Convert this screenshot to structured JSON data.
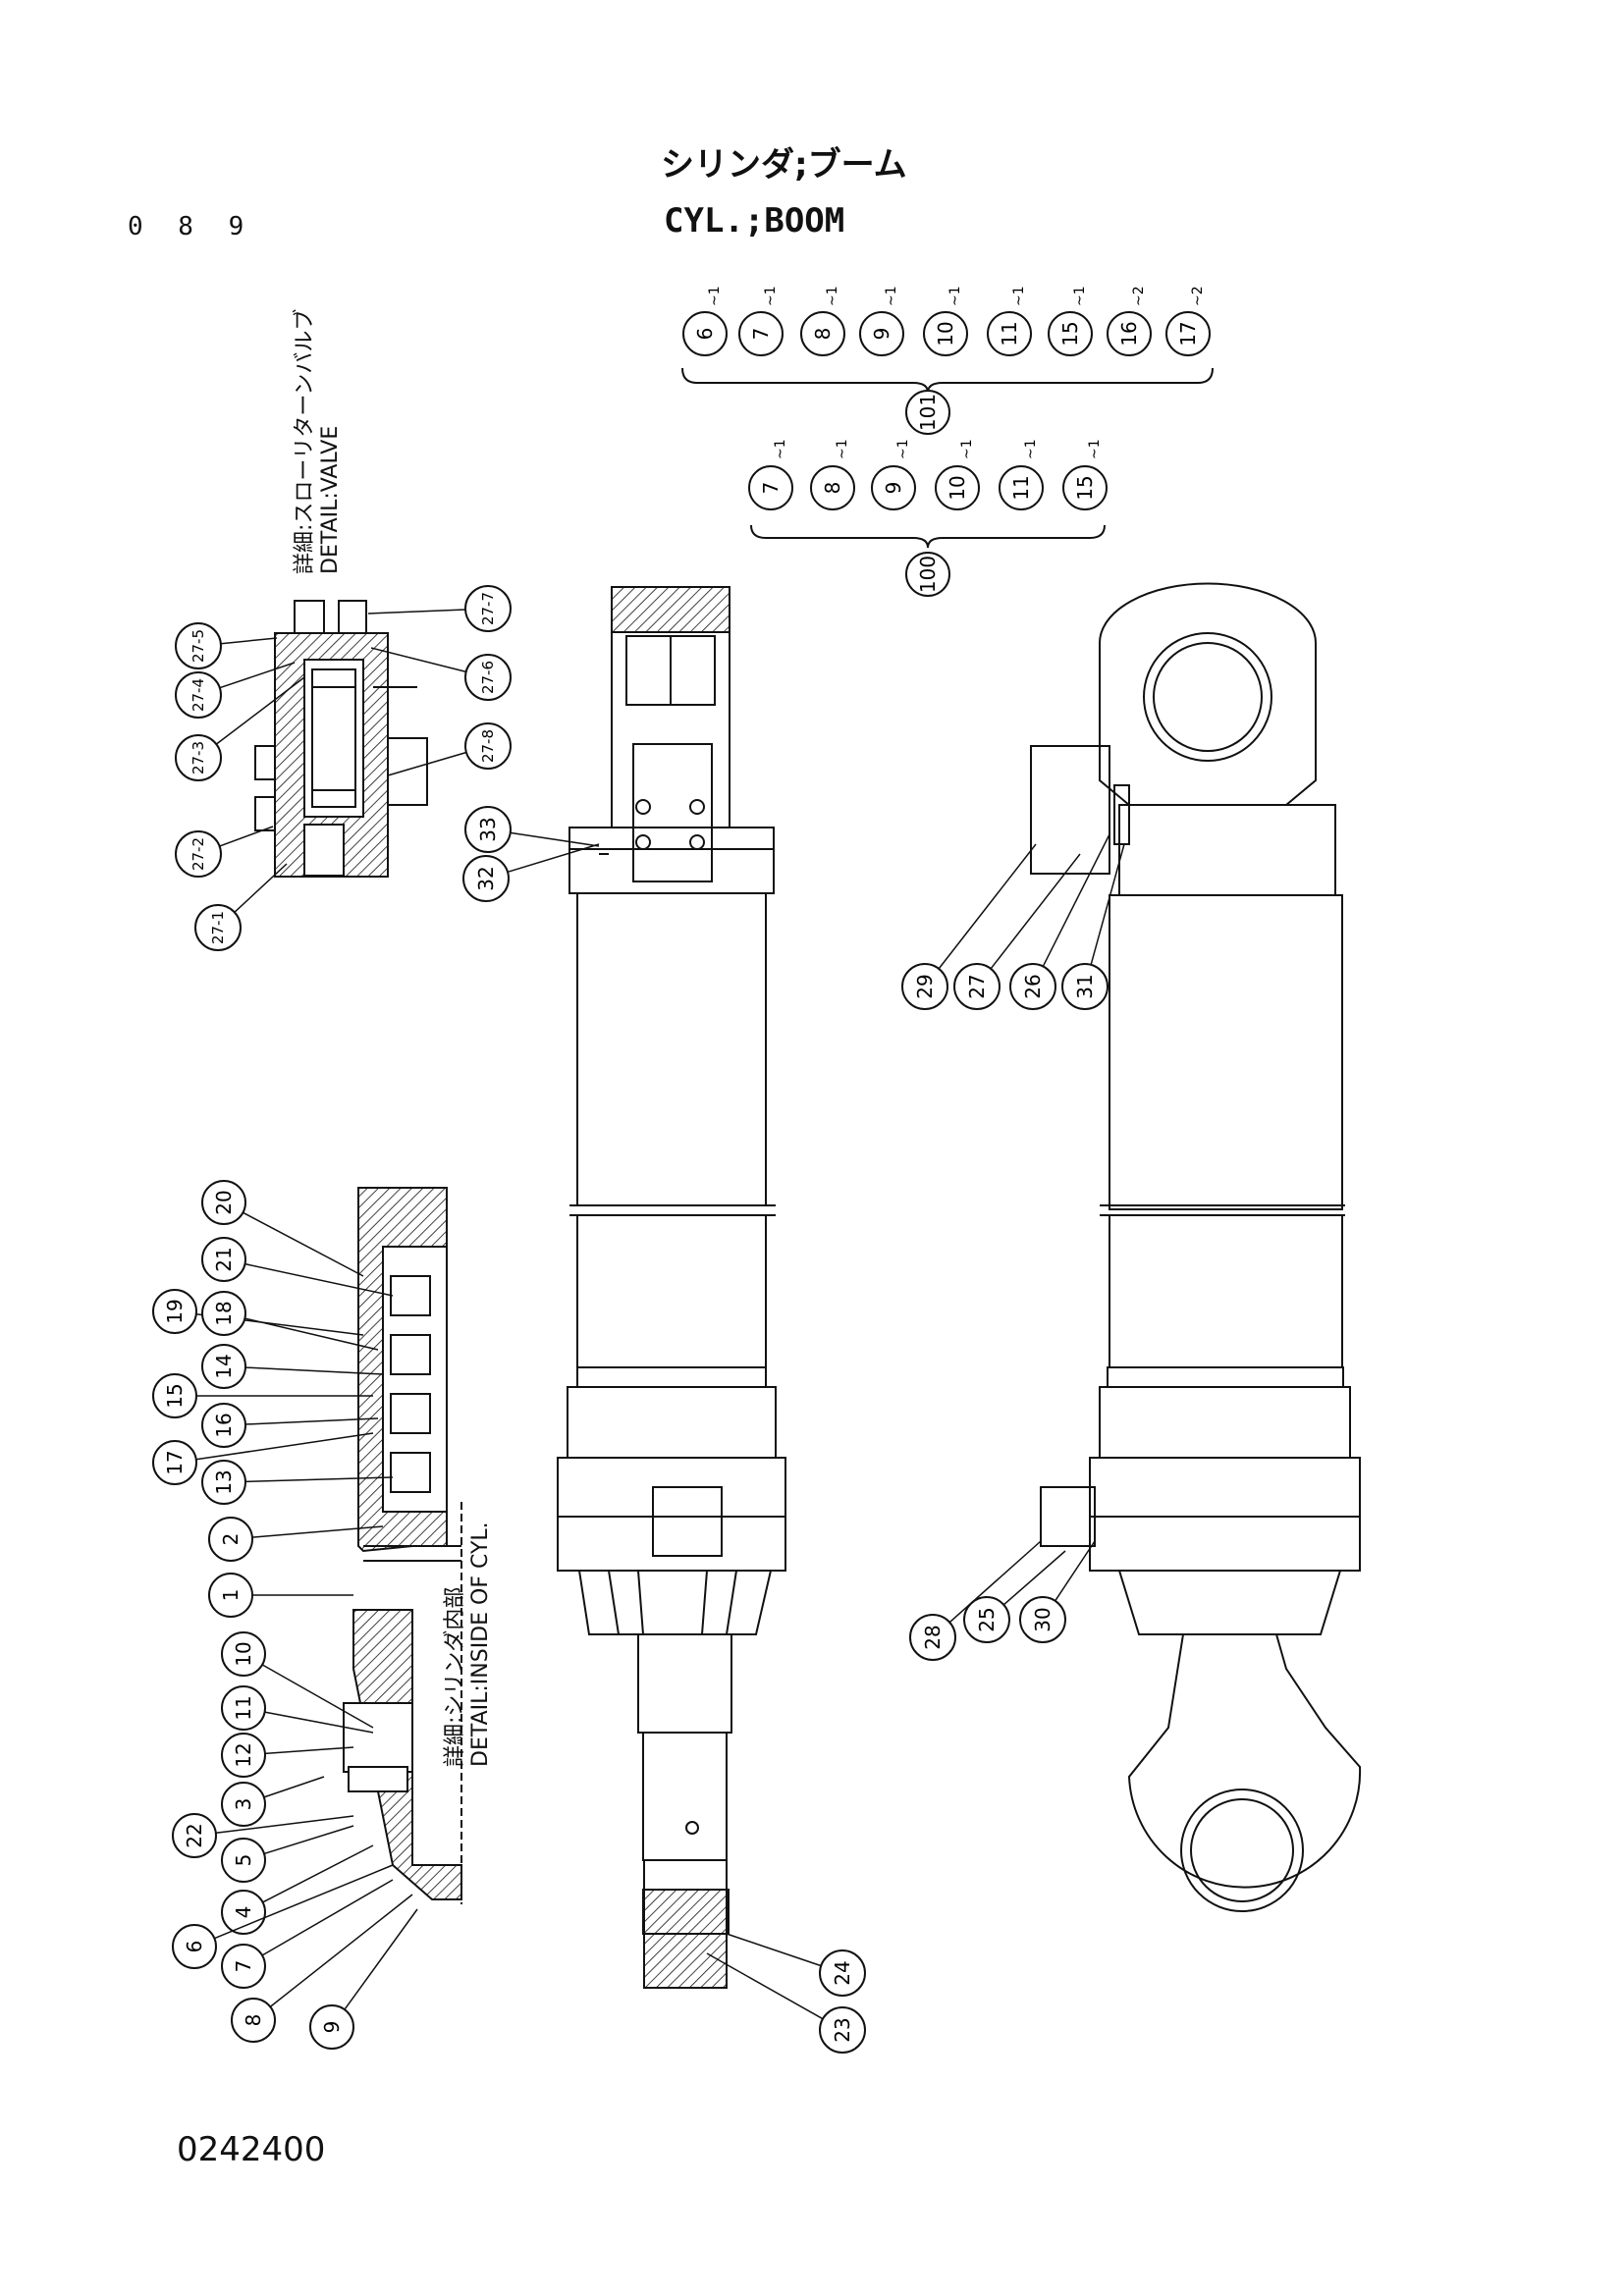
{
  "page_number": "0 8 9",
  "title_jp": "シリンダ;ブーム",
  "title_en": "CYL.;BOOM",
  "drawing_number": "0242400",
  "detail_valve_jp": "詳細:スローリターンバルブ",
  "detail_valve_en": "DETAIL:VALVE",
  "detail_cyl_jp": "詳細:シリンダ内部",
  "detail_cyl_en": "DETAIL:INSIDE OF CYL.",
  "kit_101": {
    "label": "101",
    "items": [
      {
        "n": "6",
        "sup": "~1"
      },
      {
        "n": "7",
        "sup": "~1"
      },
      {
        "n": "8",
        "sup": "~1"
      },
      {
        "n": "9",
        "sup": "~1"
      },
      {
        "n": "10",
        "sup": "~1"
      },
      {
        "n": "11",
        "sup": "~1"
      },
      {
        "n": "15",
        "sup": "~1"
      },
      {
        "n": "16",
        "sup": "~2"
      },
      {
        "n": "17",
        "sup": "~2"
      }
    ]
  },
  "kit_100": {
    "label": "100",
    "items": [
      {
        "n": "7",
        "sup": "~1"
      },
      {
        "n": "8",
        "sup": "~1"
      },
      {
        "n": "9",
        "sup": "~1"
      },
      {
        "n": "10",
        "sup": "~1"
      },
      {
        "n": "11",
        "sup": "~1"
      },
      {
        "n": "15",
        "sup": "~1"
      }
    ]
  },
  "valve_callouts": [
    "27-5",
    "27-4",
    "27-3",
    "27-2",
    "27-1",
    "27-7",
    "27-6",
    "27-8"
  ],
  "inside_callouts": [
    "20",
    "21",
    "19",
    "18",
    "14",
    "15",
    "16",
    "17",
    "13",
    "2",
    "1",
    "10",
    "11",
    "12",
    "3",
    "22",
    "5",
    "4",
    "6",
    "7",
    "8",
    "9"
  ],
  "main_callouts": [
    "32",
    "33",
    "24",
    "23"
  ],
  "side_callouts": [
    "29",
    "27",
    "26",
    "31",
    "28",
    "25",
    "30"
  ]
}
